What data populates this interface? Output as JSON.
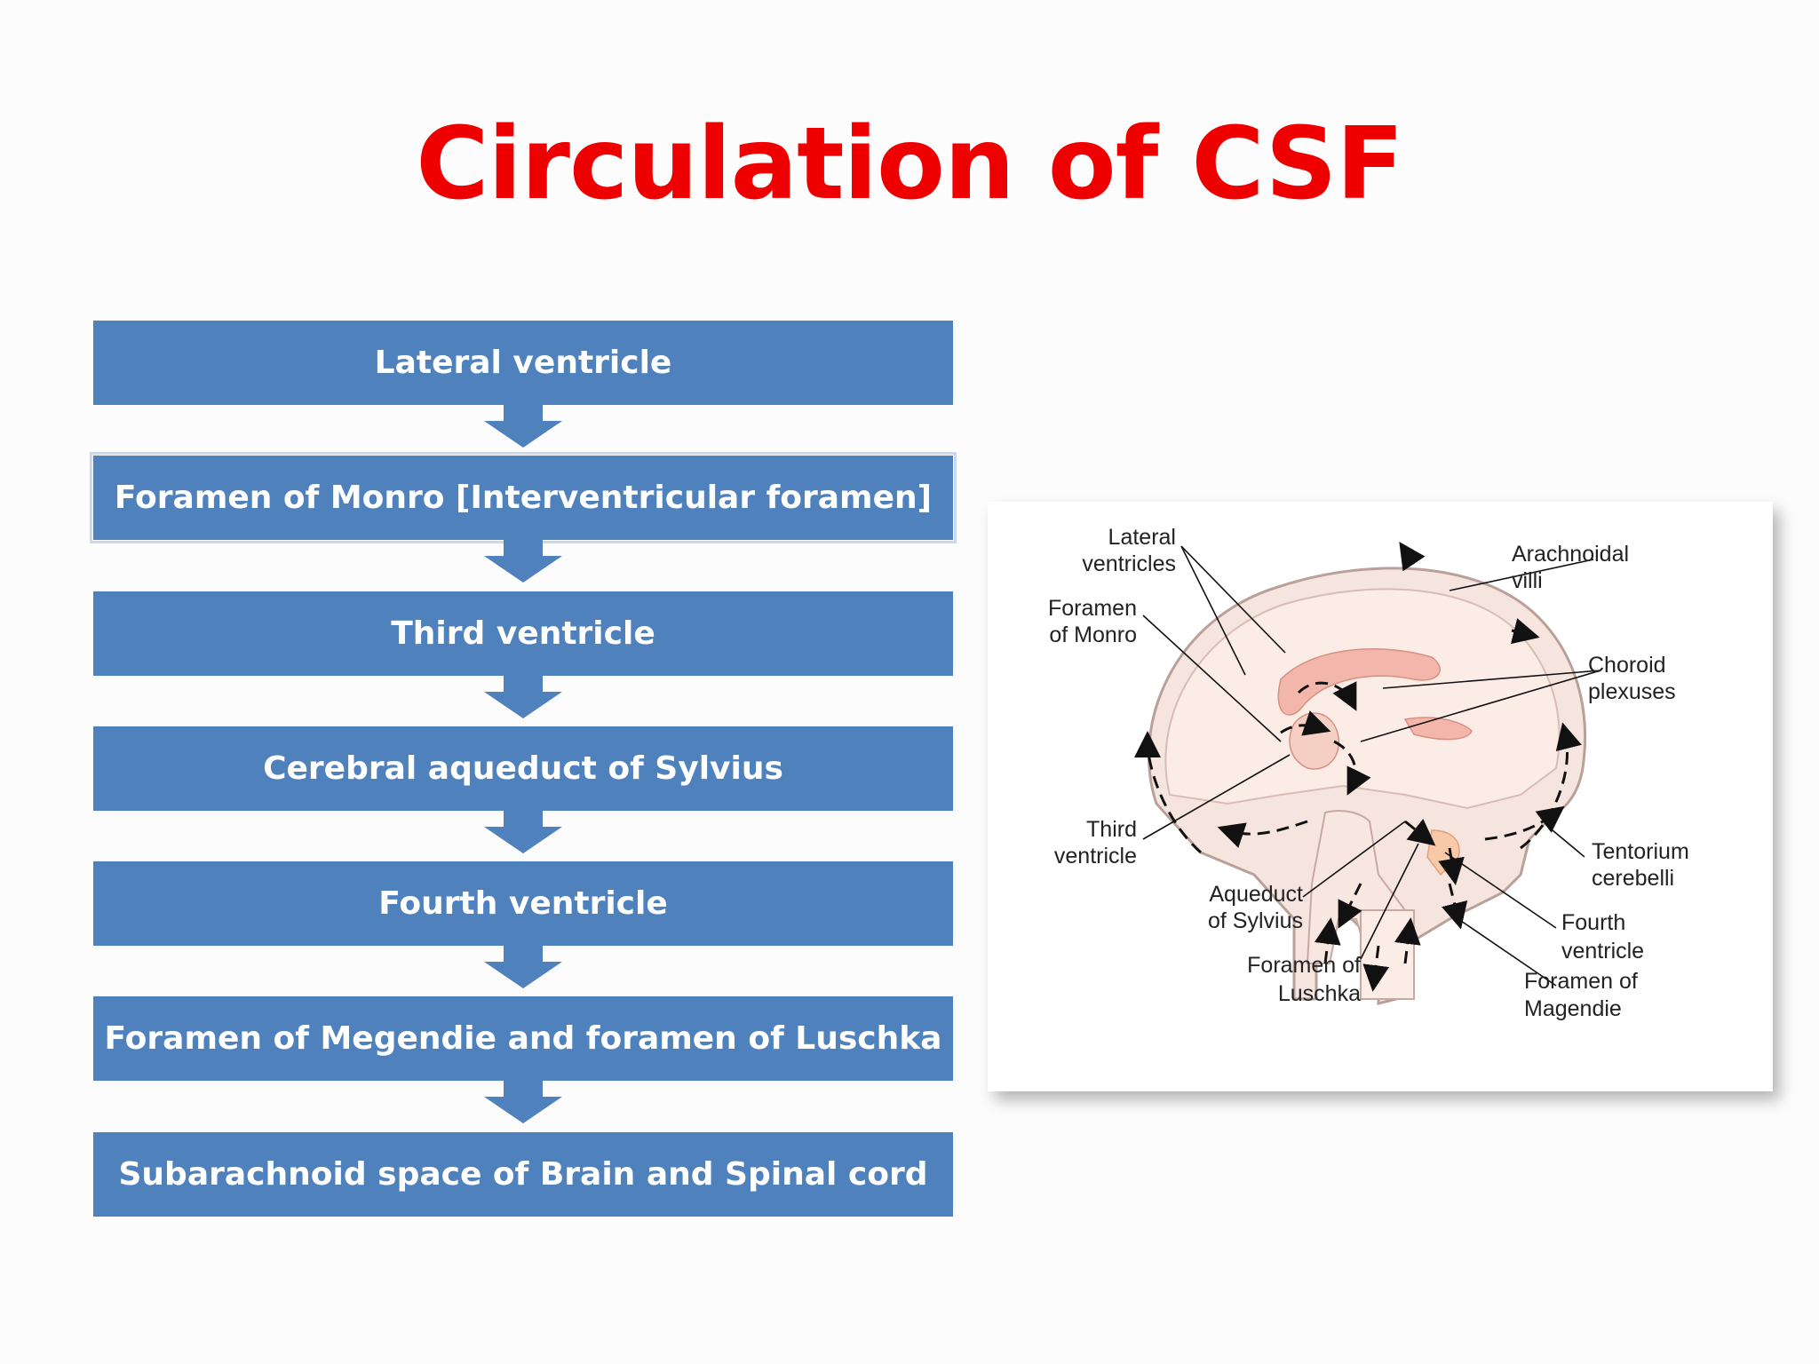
{
  "title": "Circulation of CSF",
  "flow": {
    "steps": [
      "Lateral ventricle",
      "Foramen of Monro [Interventricular foramen]",
      "Third ventricle",
      "Cerebral aqueduct of Sylvius",
      "Fourth ventricle",
      "Foramen of Megendie and foramen of Luschka",
      "Subarachnoid space of Brain and Spinal cord"
    ],
    "box_color": "#4f81bd",
    "text_color": "#ffffff"
  },
  "diagram": {
    "labels": {
      "lateral_ventricles_1": "Lateral",
      "lateral_ventricles_2": "ventricles",
      "foramen_monro_1": "Foramen",
      "foramen_monro_2": "of Monro",
      "third_ventricle_1": "Third",
      "third_ventricle_2": "ventricle",
      "aqueduct_1": "Aqueduct",
      "aqueduct_2": "of Sylvius",
      "luschka_1": "Foramen of",
      "luschka_2": "Luschka",
      "arachnoidal_1": "Arachnoidal",
      "arachnoidal_2": "villi",
      "choroid_1": "Choroid",
      "choroid_2": "plexuses",
      "tentorium_1": "Tentorium",
      "tentorium_2": "cerebelli",
      "fourth_1": "Fourth",
      "fourth_2": "ventricle",
      "magendie_1": "Foramen of",
      "magendie_2": "Magendie"
    }
  },
  "colors": {
    "title": "#ee0000",
    "box": "#4f81bd"
  }
}
